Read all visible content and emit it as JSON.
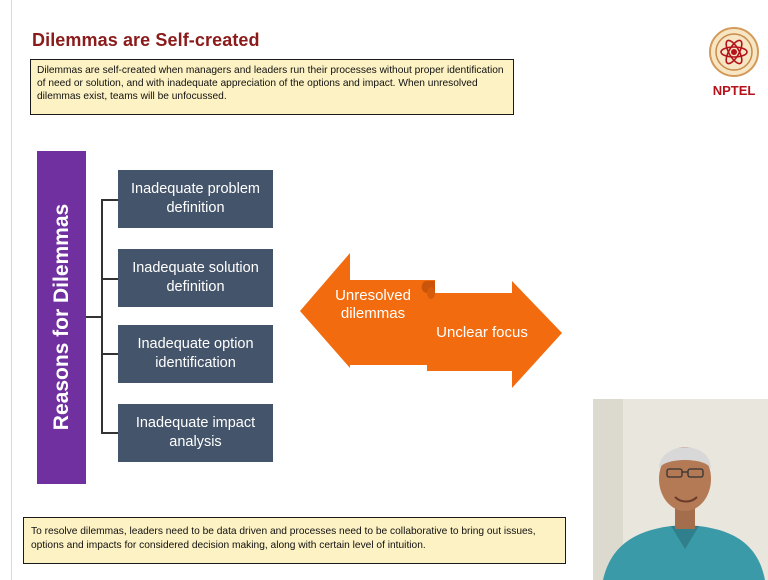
{
  "slide": {
    "title": "Dilemmas are Self-created",
    "intro": "Dilemmas are self-created when managers and leaders run their processes without proper identification of need or solution, and with inadequate appreciation of the options and impact. When unresolved dilemmas exist, teams will be unfocussed.",
    "logo_text": "NPTEL",
    "vertical_label": "Reasons for Dilemmas",
    "reasons": [
      "Inadequate problem definition",
      "Inadequate solution definition",
      "Inadequate option identification",
      "Inadequate impact analysis"
    ],
    "arrow_left": "Unresolved dilemmas",
    "arrow_right": "Unclear focus",
    "conclusion": "To resolve dilemmas, leaders need to be data driven and processes need to be collaborative to bring out issues, options and impacts for considered decision making, along with certain level of intuition."
  },
  "colors": {
    "title": "#8b1a1a",
    "box_fill": "#fdf2c4",
    "purple_bar": "#7030a0",
    "reason_box": "#44546a",
    "arrow": "#f26b0f",
    "logo": "#b5121b"
  },
  "icons": [
    "nptel-logo",
    "presenter-video"
  ]
}
